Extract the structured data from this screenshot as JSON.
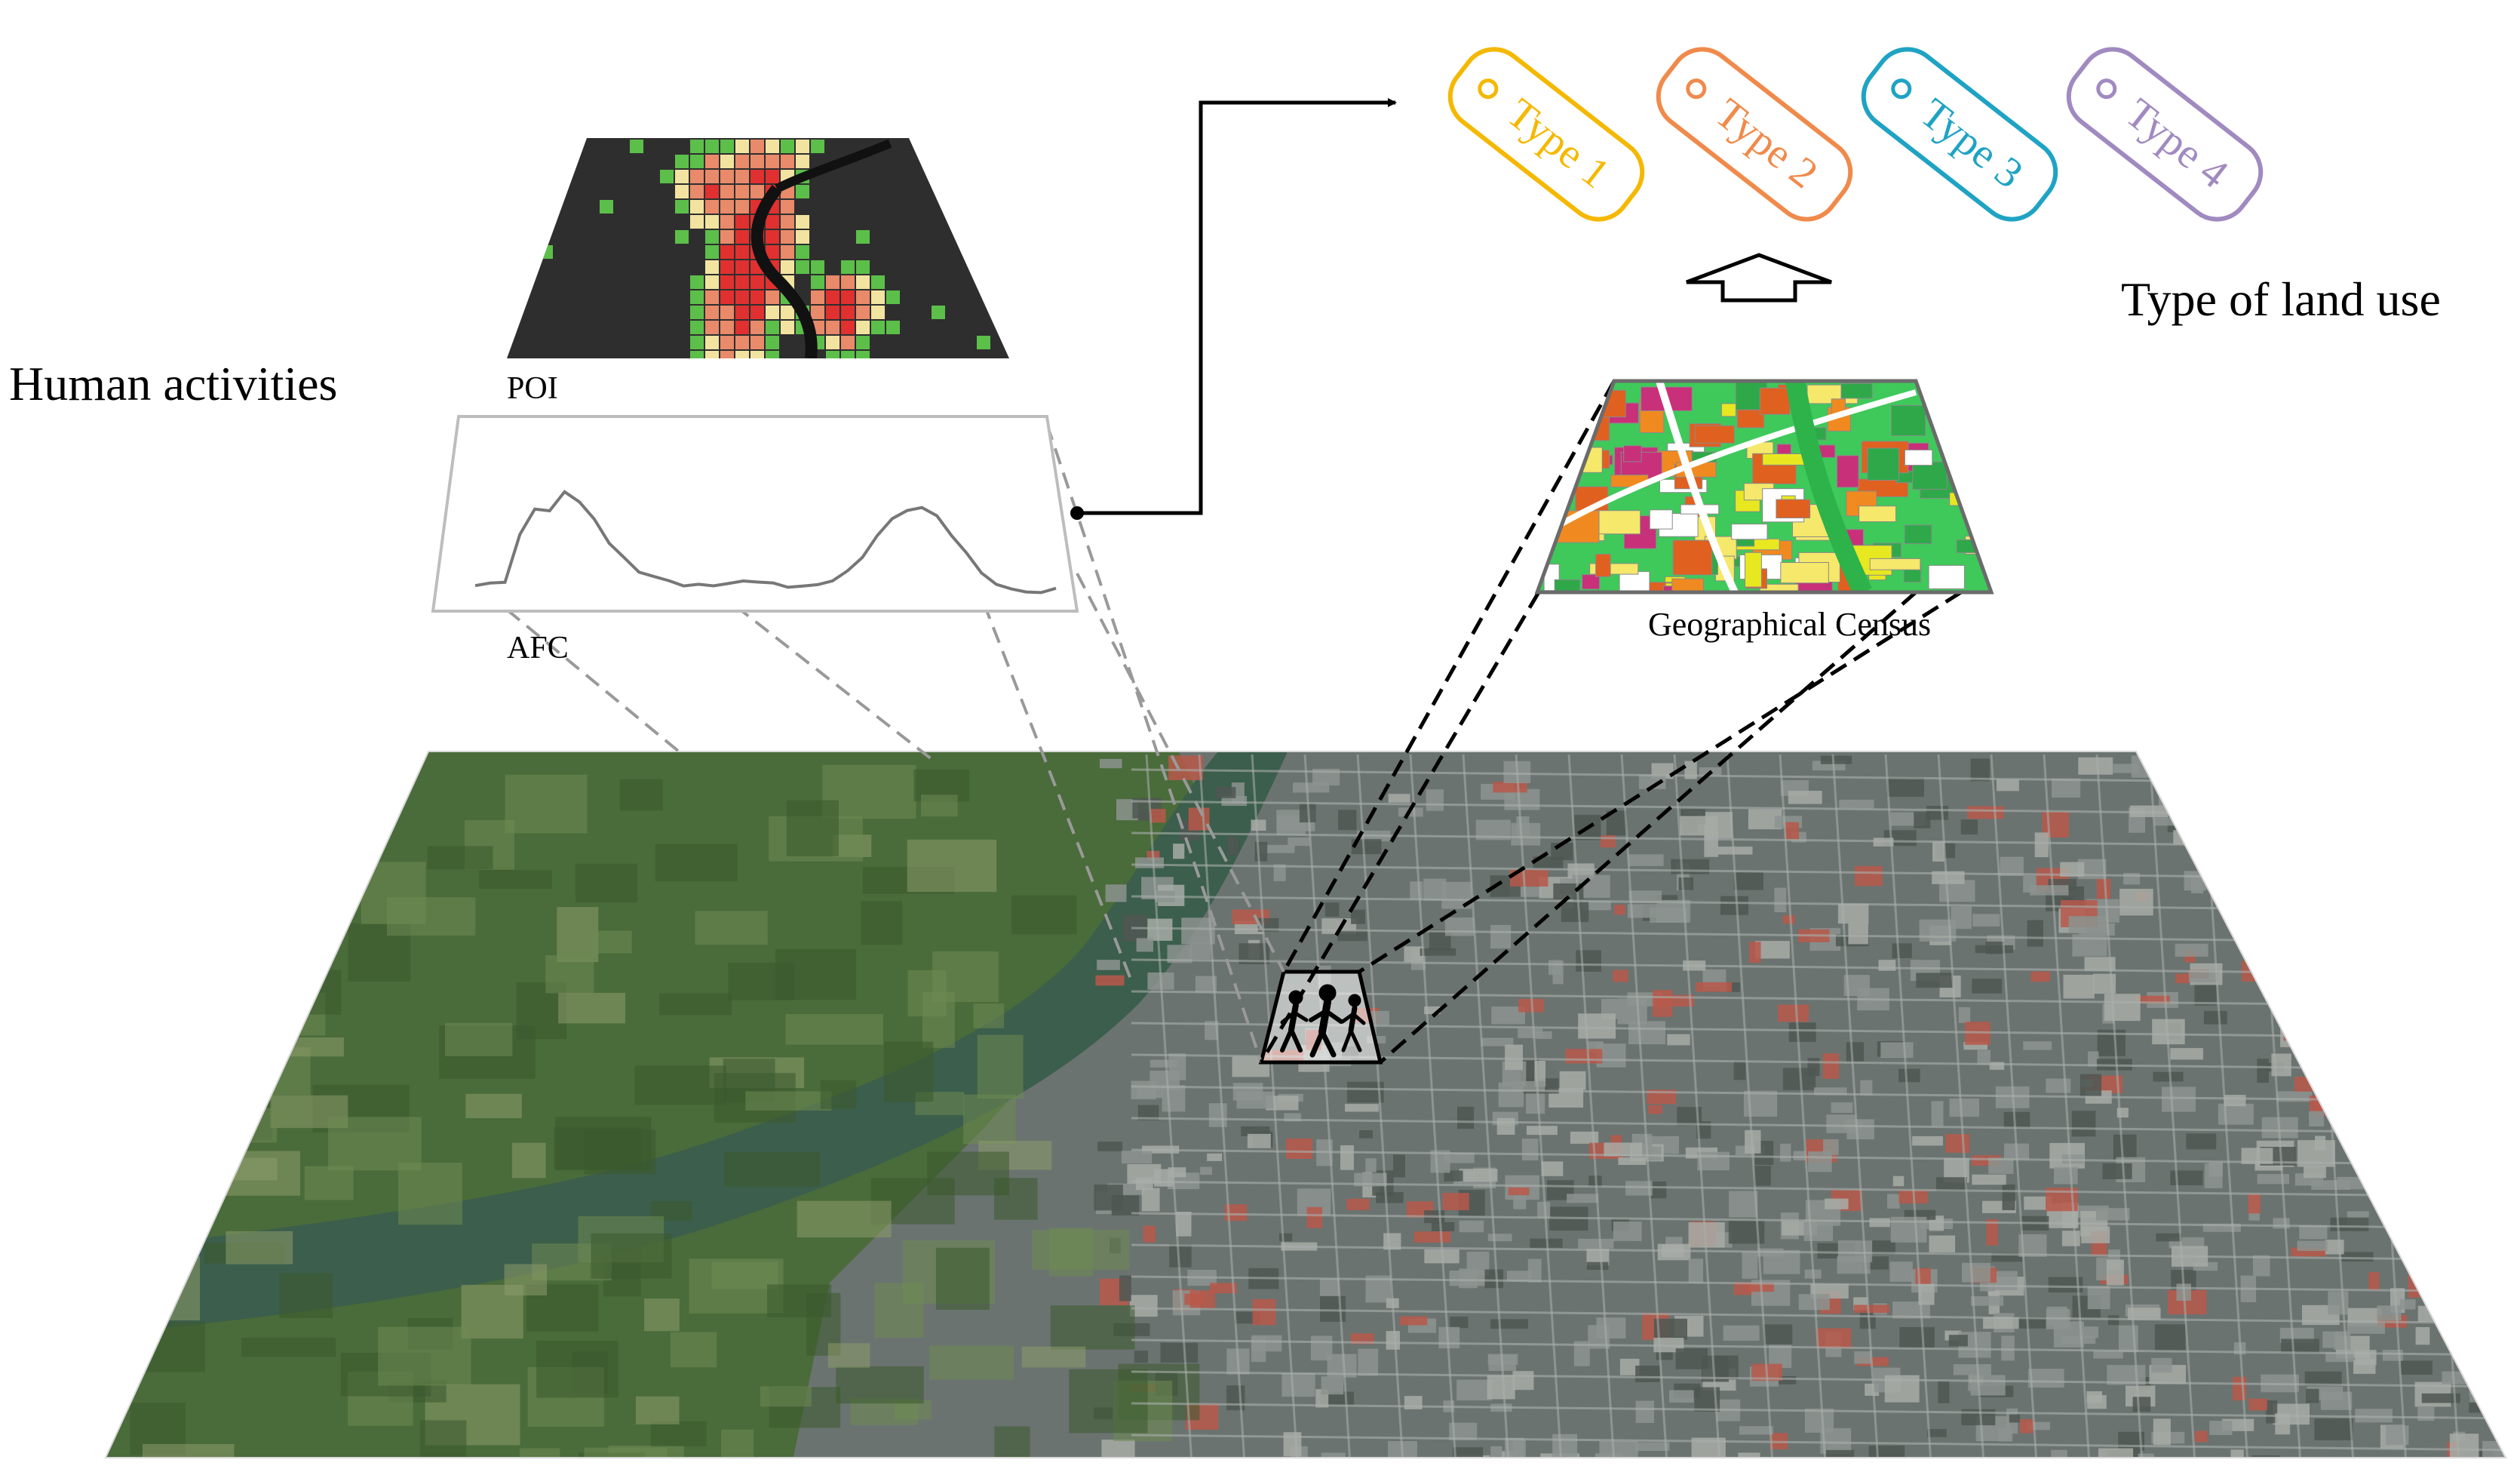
{
  "labels": {
    "human_activities": "Human activities",
    "poi": "POI",
    "afc": "AFC",
    "geographical_census": "Geographical Census",
    "type_of_land_use": "Type of land use"
  },
  "tags": [
    {
      "label": "Type 1",
      "color": "#f5b800"
    },
    {
      "label": "Type 2",
      "color": "#f08a4b"
    },
    {
      "label": "Type 3",
      "color": "#1fa3c4"
    },
    {
      "label": "Type 4",
      "color": "#a08ac0"
    }
  ],
  "colors": {
    "poi_background": "#2e2e2e",
    "poi_low": "#5cbf4a",
    "poi_mid": "#f2e3a0",
    "poi_high": "#e03030",
    "afc_line": "#777777",
    "census_green": "#3ec95a",
    "census_yellow": "#e8e820",
    "census_orange": "#f08a20",
    "census_magenta": "#c8307a",
    "satellite_vegetation": "#4a6b3a",
    "satellite_urban": "#6b7370",
    "river": "#3c5e4c",
    "connector": "#000000",
    "projection_dash": "#999999"
  },
  "icons": {
    "pedestrians": "pedestrians-icon",
    "up_arrow": "hollow-up-arrow-icon"
  }
}
